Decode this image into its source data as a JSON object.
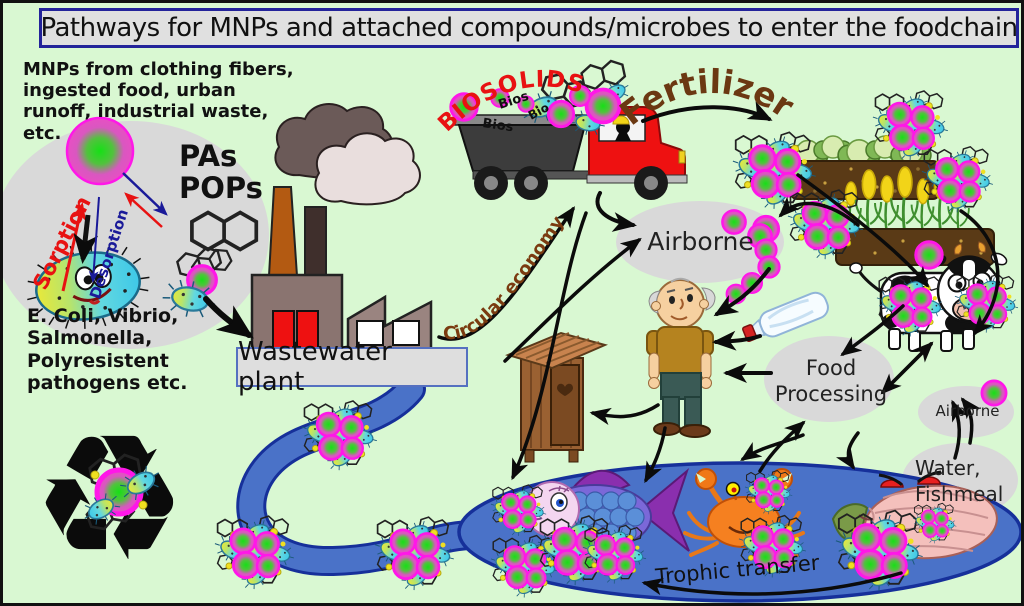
{
  "title": "Pathways for MNPs and attached compounds/microbes to enter the foodchain",
  "left_panel": {
    "sources_lines": [
      "MNPs from clothing fibers,",
      "ingested food, urban",
      "runoff, industrial waste,",
      "etc."
    ],
    "sorption": "Sorption",
    "desorption": "Desorption",
    "compounds_lines": [
      "PAs",
      "POPs"
    ],
    "pathogens_lines": [
      "E. Coli, Vibrio,",
      "Salmonella,",
      "Polyresistent",
      "pathogens etc."
    ]
  },
  "labels": {
    "wastewater_plant": "Wastewater plant",
    "biosolids": "BIOSOLIDS",
    "biosolids_small": [
      "Bios",
      "Bios",
      "Bio"
    ],
    "fertilizer": "Fertilizer",
    "circular_economy": "Circular economy",
    "airborne_truck": "Airborne",
    "airborne_cow": "Airborne",
    "food_processing_lines": [
      "Food",
      "Processing"
    ],
    "water_fishmeal_lines": [
      "Water,",
      "Fishmeal"
    ],
    "trophic_transfer": "Trophic transfer"
  },
  "icons": {
    "recycling_symbol": "♻",
    "mnp_particle": "pink ring with green core",
    "bacterium": "cyan-yellow microbe",
    "naphthalene": "fused double hexagon"
  },
  "colors": {
    "background": "#d9f8d2",
    "river_blue": "#4a72c8",
    "pond_edge_blue": "#16309a",
    "particle_ring": "#ff17e8",
    "particle_core": "#16e016",
    "biosolids_red": "#e81212",
    "fertilizer_brown": "#6b3812",
    "sorption_red": "#e81212",
    "desorption_blue": "#1a1a99",
    "label_bubble_gray": "#d9d9d9",
    "truck_cab_red": "#ee1111",
    "factory_taupe": "#8a7470"
  }
}
